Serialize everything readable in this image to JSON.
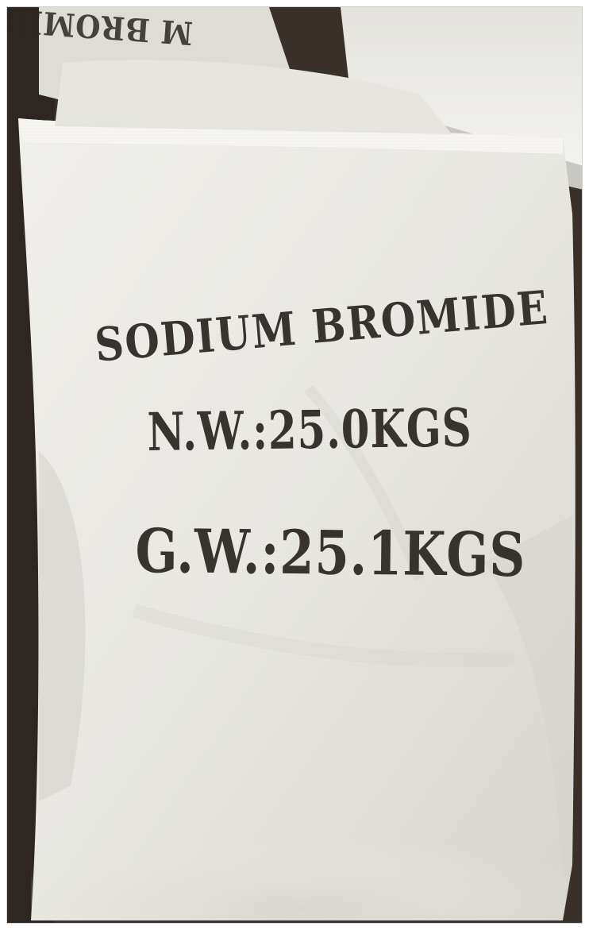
{
  "bag_label": {
    "product_name": "SODIUM BROMIDE",
    "net_weight": "N.W.:25.0KGS",
    "gross_weight": "G.W.:25.1KGS"
  },
  "background_bag": {
    "print_fragment": "M BROMIDE"
  },
  "colors": {
    "bag_white": "#ecebe7",
    "bag_shadow": "#b9b6ae",
    "print_ink": "#2b2622",
    "floor_dark": "#3a302a"
  }
}
